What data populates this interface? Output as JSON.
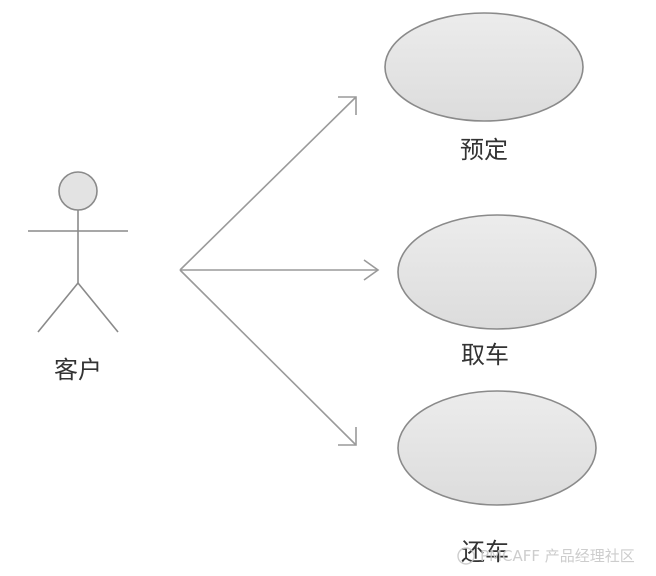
{
  "diagram": {
    "actor": {
      "label": "客户"
    },
    "use_cases": [
      {
        "label": "预定"
      },
      {
        "label": "取车"
      },
      {
        "label": "还车"
      }
    ]
  },
  "watermark": {
    "text": "PMCAFF 产品经理社区"
  },
  "colors": {
    "ellipse_fill": "#e6e6e6",
    "stroke": "#999999",
    "arrow": "#9a9a9a",
    "text": "#333333",
    "watermark": "#c8c8c8"
  }
}
